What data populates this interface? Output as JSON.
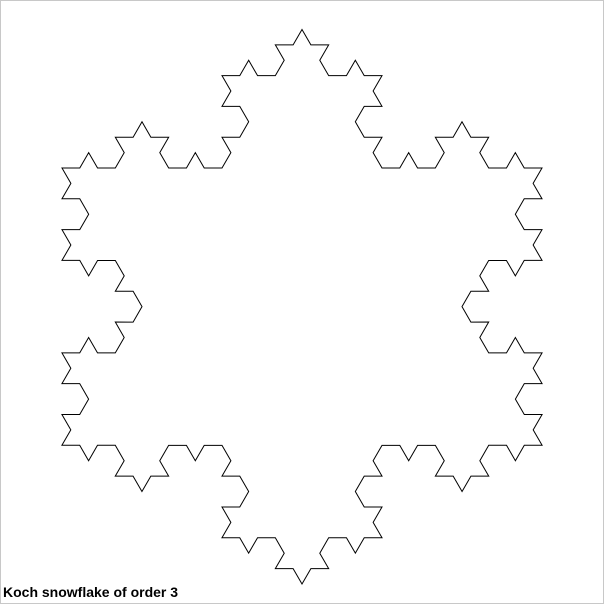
{
  "caption": "Koch snowflake of order 3",
  "fractal": {
    "name": "koch-snowflake",
    "order": 3,
    "stroke_color": "#000000",
    "fill_color": "#ffffff"
  },
  "colors": {
    "background": "#ffffff",
    "border": "#c8c8c8"
  }
}
